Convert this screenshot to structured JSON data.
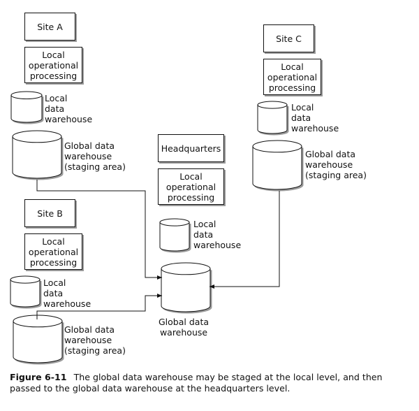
{
  "sites": [
    {
      "id": "site-a",
      "title": "Site A",
      "processing": [
        "Local",
        "operational",
        "processing"
      ],
      "local_dw": [
        "Local",
        "data",
        "warehouse"
      ],
      "global_dw": [
        "Global data",
        "warehouse",
        "(staging area)"
      ]
    },
    {
      "id": "site-b",
      "title": "Site B",
      "processing": [
        "Local",
        "operational",
        "processing"
      ],
      "local_dw": [
        "Local",
        "data",
        "warehouse"
      ],
      "global_dw": [
        "Global data",
        "warehouse",
        "(staging area)"
      ]
    },
    {
      "id": "site-c",
      "title": "Site C",
      "processing": [
        "Local",
        "operational",
        "processing"
      ],
      "local_dw": [
        "Local",
        "data",
        "warehouse"
      ],
      "global_dw": [
        "Global data",
        "warehouse",
        "(staging area)"
      ]
    }
  ],
  "headquarters": {
    "title": "Headquarters",
    "processing": [
      "Local",
      "operational",
      "processing"
    ],
    "local_dw": [
      "Local",
      "data",
      "warehouse"
    ],
    "global_dw": [
      "Global data",
      "warehouse"
    ]
  },
  "connections": [
    {
      "from": "site-a-global-dw",
      "to": "hq-global-dw"
    },
    {
      "from": "site-b-global-dw",
      "to": "hq-global-dw"
    },
    {
      "from": "site-c-global-dw",
      "to": "hq-global-dw"
    }
  ],
  "caption": {
    "label": "Figure 6-11",
    "text": "The global data warehouse may be staged at the local level, and then passed to the global data warehouse at the headquarters level."
  }
}
